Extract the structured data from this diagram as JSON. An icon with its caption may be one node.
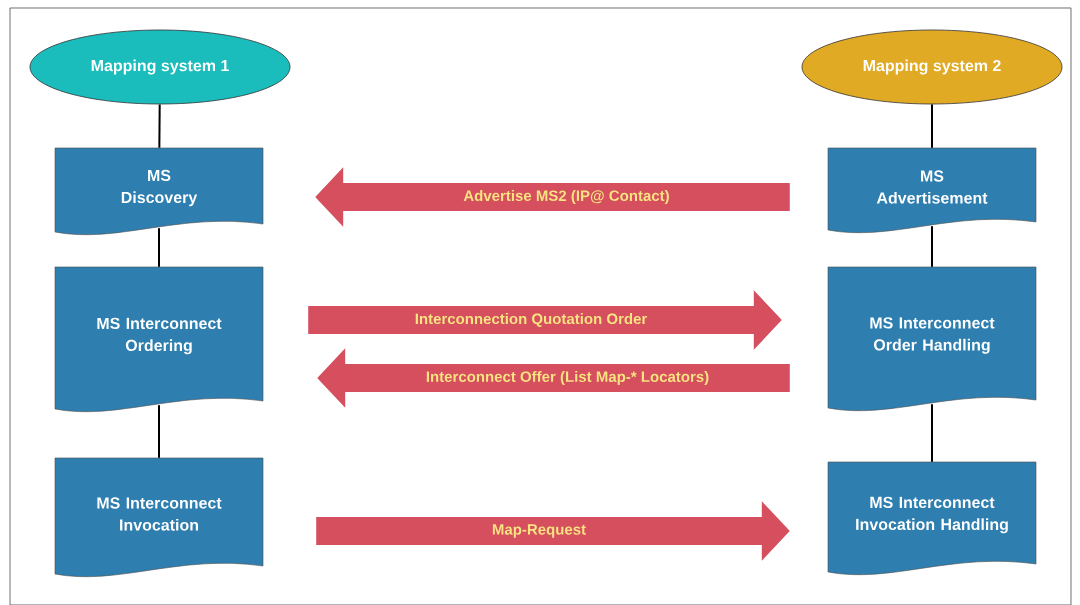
{
  "diagram": {
    "nodes": [
      {
        "text": [
          "Mapping system 1"
        ]
      },
      {
        "text": [
          "MS Discovery"
        ]
      },
      {
        "text": [
          "MS Interconnect Ordering"
        ]
      },
      {
        "text": [
          "MS Interconnect Invocation"
        ]
      },
      {
        "text": [
          "Mapping system 2"
        ]
      },
      {
        "text": [
          "MS Advertisement"
        ]
      },
      {
        "text": [
          "MS Interconnect Order Handling"
        ]
      },
      {
        "text": [
          "MS Interconnect Invocation Handling"
        ]
      }
    ],
    "edges": [
      {
        "from": 0,
        "to": 1,
        "arrow": "none"
      },
      {
        "from": 1,
        "to": 2,
        "arrow": "none"
      },
      {
        "from": 2,
        "to": 3,
        "arrow": "none"
      },
      {
        "from": 4,
        "to": 5,
        "arrow": "none"
      },
      {
        "from": 5,
        "to": 6,
        "arrow": "none"
      },
      {
        "from": 6,
        "to": 7,
        "arrow": "none"
      },
      {
        "from": 5,
        "to": 1,
        "arrow": "to",
        "label": "Advertise MS2 (IP@ Contact)",
        "style": "thick",
        "color": "#d64f5e"
      },
      {
        "from": 2,
        "to": 6,
        "arrow": "to",
        "label": "Interconnection Quotation Order",
        "style": "thick",
        "color": "#d64f5e"
      },
      {
        "from": 6,
        "to": 2,
        "arrow": "to",
        "label": "Interconnect Offer (List Map-* Locators)",
        "style": "thick",
        "color": "#d64f5e"
      },
      {
        "from": 3,
        "to": 7,
        "arrow": "to",
        "label": "Map-Request",
        "style": "thick",
        "color": "#d64f5e"
      }
    ]
  }
}
